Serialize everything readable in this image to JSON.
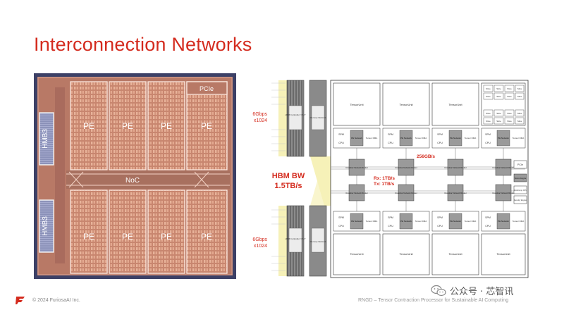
{
  "slide": {
    "title": "Interconnection Networks",
    "footer_left": "© 2024 FuriosaAI Inc.",
    "footer_right": "RNGD – Tensor Contraction Processor for Sustainable AI Computing",
    "watermark": "公众号 · 芯智讯"
  },
  "die": {
    "hbm_labels": [
      "HMB3",
      "HMB3"
    ],
    "pe_label": "PE",
    "noc_label": "NoC",
    "pcie_label": "PCIe"
  },
  "diagram": {
    "left_rate_top": [
      "6Gbps",
      "x1024"
    ],
    "left_rate_bottom": [
      "6Gbps",
      "x1024"
    ],
    "hbm_bw": [
      "HBM BW",
      "1.5TB/s"
    ],
    "bw_256": "256GB/s",
    "rx": "Rx: 1TB/s",
    "tx": "Tx: 1TB/s",
    "hbm_controller": "HBM Controller / PHY",
    "memory_network": "Memory Network",
    "tensor_unit": "TensorUnit",
    "spm": "SPM",
    "cpu": "CPU",
    "pe_network": "PE Network",
    "tensor_dma": "Tensor DMA",
    "crossbar": "Crossbar Network Router",
    "slice": "Slice",
    "pcie": "PCIe",
    "right_boxes": [
      "Tensor Engine",
      "RootComp CPU",
      "Security Engine"
    ]
  },
  "colors": {
    "title": "#d42b1e",
    "accent_red": "#d42b1e",
    "highlight_yellow": "#f6f1b8",
    "die_bg": "#c58470"
  }
}
